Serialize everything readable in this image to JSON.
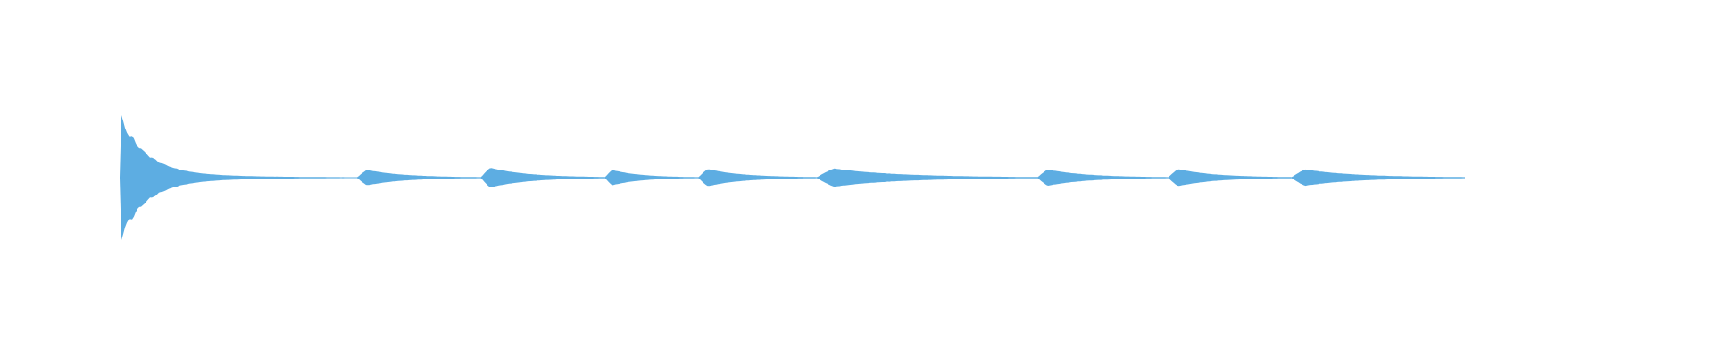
{
  "waveform": {
    "color": "#5DADE2",
    "segments": [
      {
        "start": 0.0,
        "end": 0.1765,
        "peak": 1.0,
        "decay": "fast"
      },
      {
        "start": 0.1765,
        "end": 0.2684,
        "peak": 0.17,
        "decay": "slow"
      },
      {
        "start": 0.2684,
        "end": 0.3607,
        "peak": 0.22,
        "decay": "slow"
      },
      {
        "start": 0.3607,
        "end": 0.4302,
        "peak": 0.17,
        "decay": "slow"
      },
      {
        "start": 0.4302,
        "end": 0.518,
        "peak": 0.19,
        "decay": "slow"
      },
      {
        "start": 0.518,
        "end": 0.6822,
        "peak": 0.2,
        "decay": "slow"
      },
      {
        "start": 0.6822,
        "end": 0.7795,
        "peak": 0.18,
        "decay": "slow"
      },
      {
        "start": 0.7795,
        "end": 0.8709,
        "peak": 0.19,
        "decay": "slow"
      },
      {
        "start": 0.8709,
        "end": 1.0,
        "peak": 0.18,
        "decay": "slow"
      }
    ]
  }
}
